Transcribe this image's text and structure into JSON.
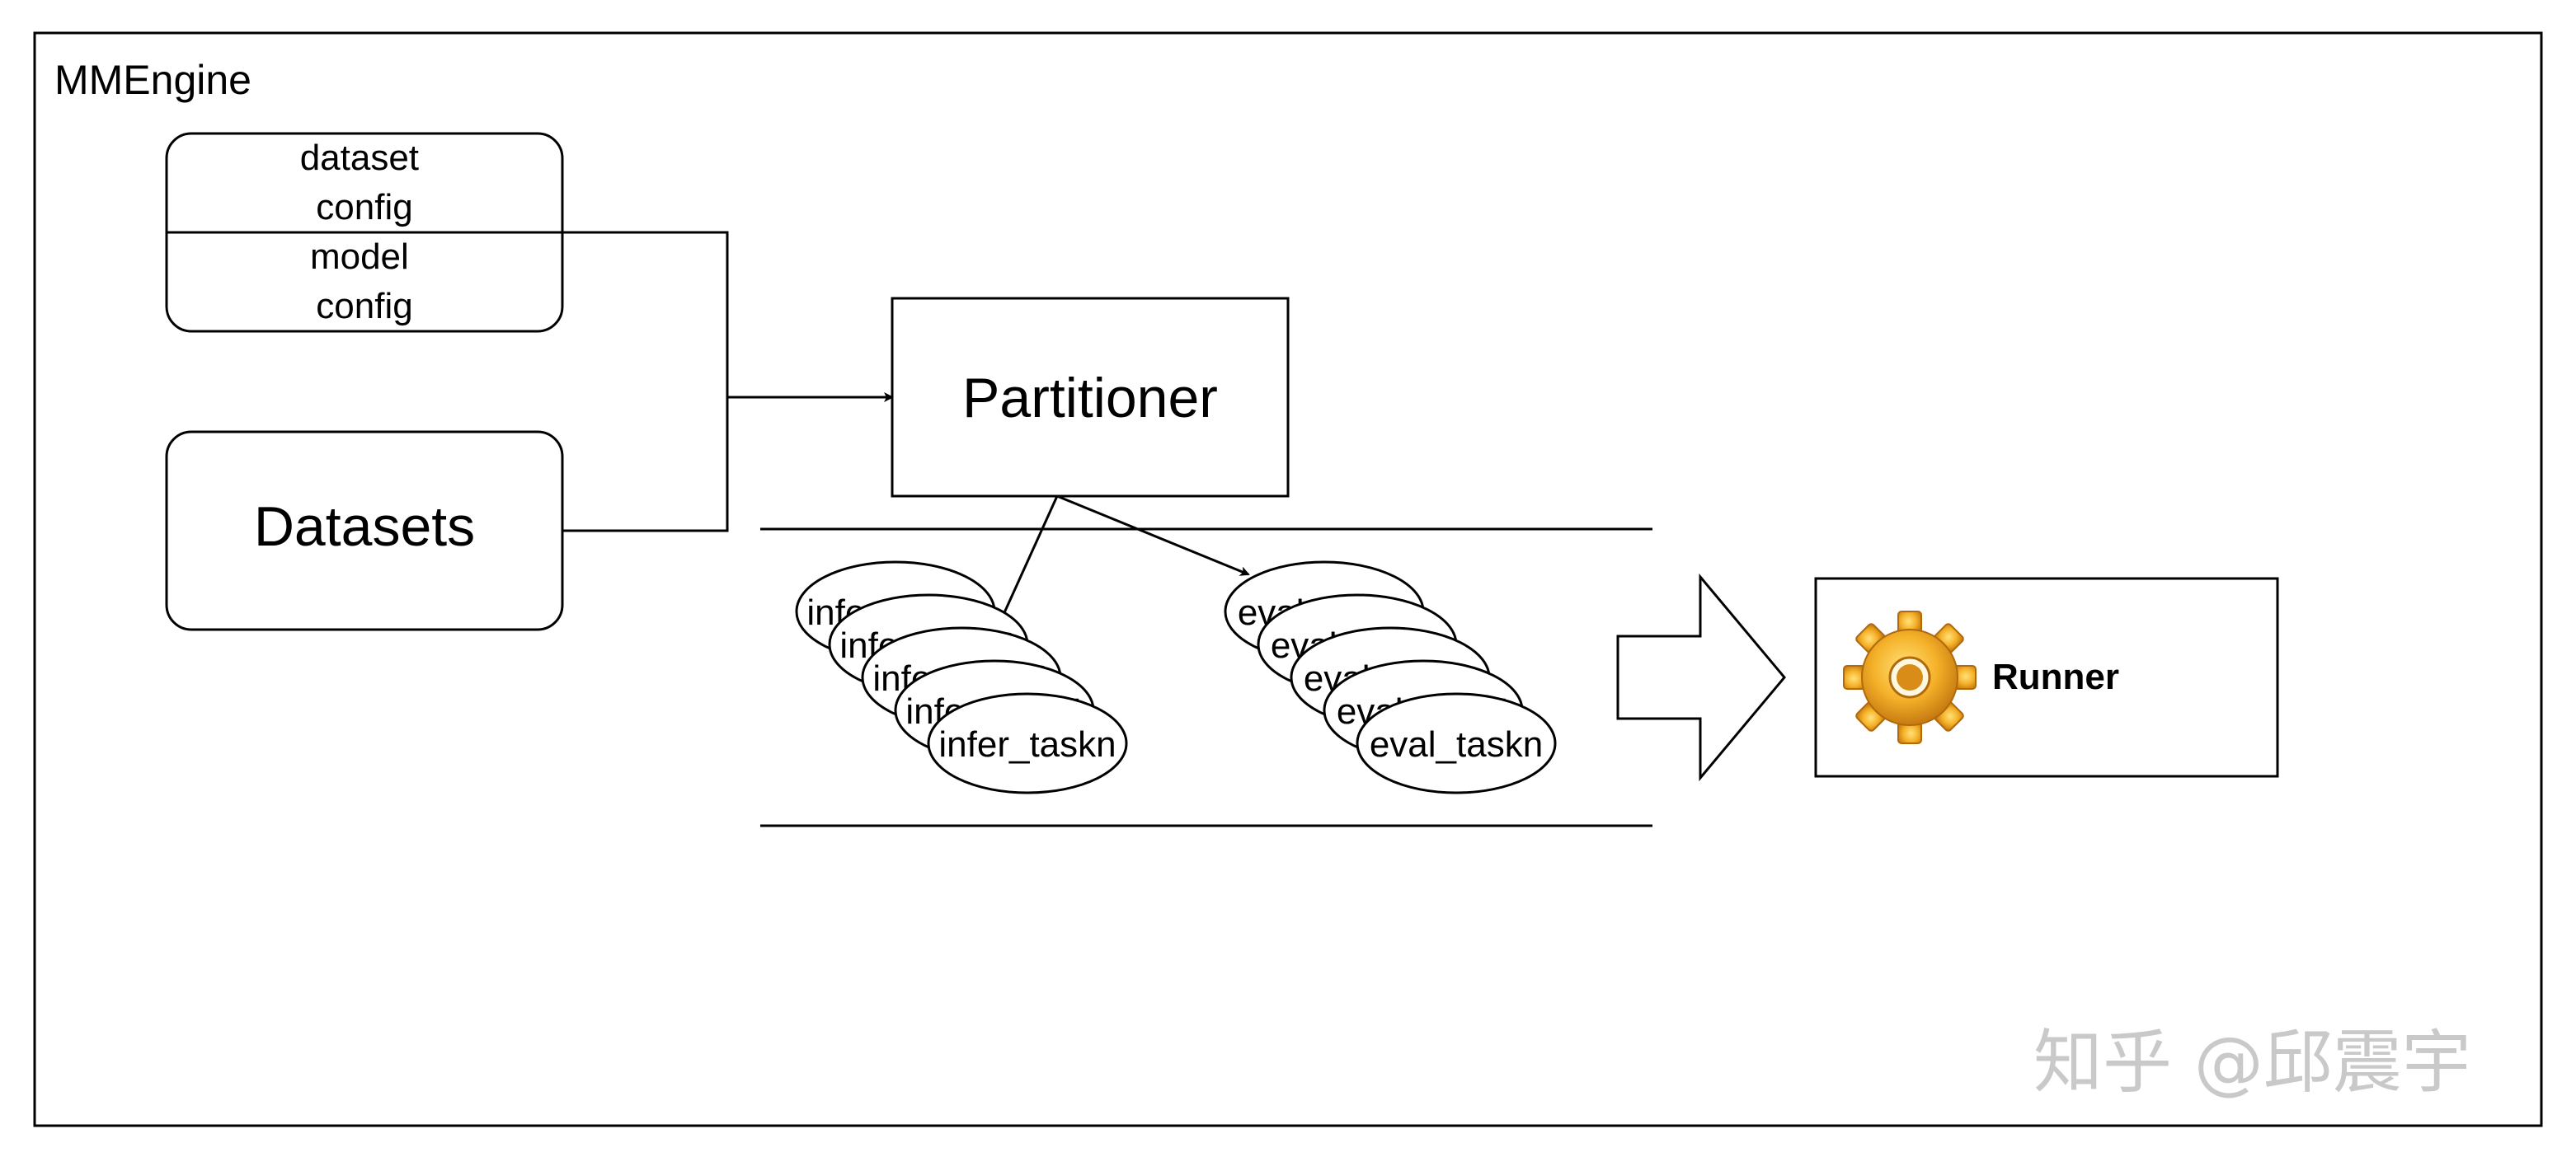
{
  "frame": {
    "title": "MMEngine"
  },
  "config_box": {
    "dataset_label": "dataset\nconfig",
    "model_label": "model\nconfig"
  },
  "datasets_box": {
    "label": "Datasets"
  },
  "partitioner_box": {
    "label": "Partitioner"
  },
  "infer_tasks": {
    "labels": [
      "infer_task1",
      "infer_task2",
      "infer_task3",
      "infer_task4",
      "infer_taskn"
    ]
  },
  "eval_tasks": {
    "labels": [
      "eval_task1",
      "eval_task2",
      "eval_task3",
      "eval_task4",
      "eval_taskn"
    ]
  },
  "runner_box": {
    "label": "Runner",
    "icon": "gear-icon"
  },
  "watermark": {
    "text": "知乎 @邱震宇"
  },
  "colors": {
    "line": "#000000",
    "gear": "#f0a820",
    "gear_dark": "#c77a10",
    "watermark": "#c9c9c9"
  }
}
